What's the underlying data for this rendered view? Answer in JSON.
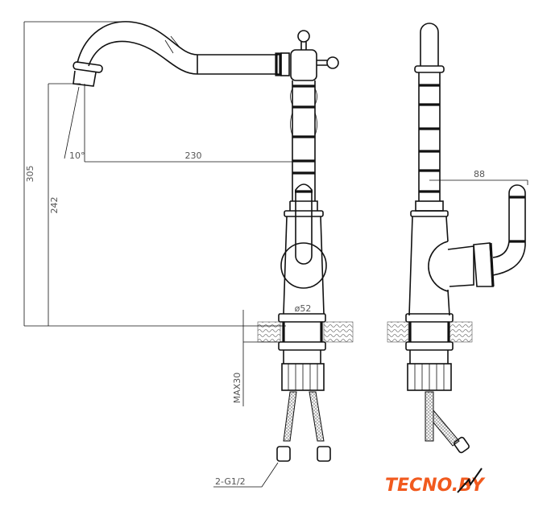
{
  "drawing": {
    "title": "Kitchen faucet dimensional drawing",
    "dimensions": {
      "total_height": "305",
      "spout_height": "242",
      "spout_reach": "230",
      "spout_angle": "10°",
      "base_diameter": "ø52",
      "max_countertop": "MAX30",
      "handle_reach": "88",
      "connection": "2-G1/2"
    }
  },
  "logo": {
    "text": "TECNO.BY",
    "color": "#f15a1e"
  }
}
